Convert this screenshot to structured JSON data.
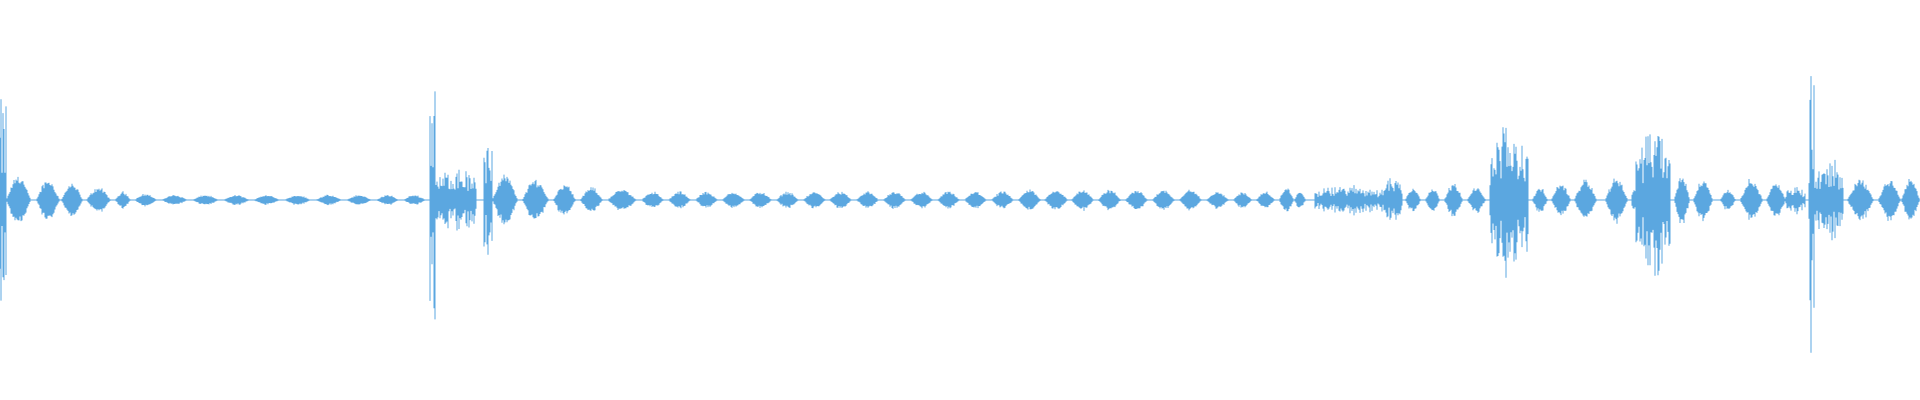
{
  "waveform": {
    "color": "#5ba7e0",
    "background": "#ffffff",
    "segments": [
      {
        "start": 0.0,
        "end": 0.003,
        "amp": 0.24,
        "kind": "spike"
      },
      {
        "start": 0.003,
        "end": 0.016,
        "amp": 0.06,
        "kind": "blob"
      },
      {
        "start": 0.019,
        "end": 0.031,
        "amp": 0.05,
        "kind": "blob"
      },
      {
        "start": 0.032,
        "end": 0.043,
        "amp": 0.04,
        "kind": "blob"
      },
      {
        "start": 0.045,
        "end": 0.058,
        "amp": 0.03,
        "kind": "blob"
      },
      {
        "start": 0.06,
        "end": 0.068,
        "amp": 0.02,
        "kind": "blob"
      },
      {
        "start": 0.07,
        "end": 0.082,
        "amp": 0.015,
        "kind": "blob"
      },
      {
        "start": 0.084,
        "end": 0.098,
        "amp": 0.012,
        "kind": "blob"
      },
      {
        "start": 0.1,
        "end": 0.114,
        "amp": 0.012,
        "kind": "blob"
      },
      {
        "start": 0.116,
        "end": 0.13,
        "amp": 0.012,
        "kind": "blob"
      },
      {
        "start": 0.132,
        "end": 0.146,
        "amp": 0.012,
        "kind": "blob"
      },
      {
        "start": 0.148,
        "end": 0.162,
        "amp": 0.012,
        "kind": "blob"
      },
      {
        "start": 0.164,
        "end": 0.178,
        "amp": 0.012,
        "kind": "blob"
      },
      {
        "start": 0.18,
        "end": 0.194,
        "amp": 0.012,
        "kind": "blob"
      },
      {
        "start": 0.196,
        "end": 0.208,
        "amp": 0.012,
        "kind": "blob"
      },
      {
        "start": 0.21,
        "end": 0.222,
        "amp": 0.012,
        "kind": "blob"
      },
      {
        "start": 0.224,
        "end": 0.227,
        "amp": 0.35,
        "kind": "spike"
      },
      {
        "start": 0.227,
        "end": 0.248,
        "amp": 0.08,
        "kind": "noisy"
      },
      {
        "start": 0.252,
        "end": 0.256,
        "amp": 0.2,
        "kind": "spike"
      },
      {
        "start": 0.256,
        "end": 0.27,
        "amp": 0.06,
        "kind": "blob"
      },
      {
        "start": 0.272,
        "end": 0.286,
        "amp": 0.05,
        "kind": "blob"
      },
      {
        "start": 0.288,
        "end": 0.3,
        "amp": 0.04,
        "kind": "blob"
      },
      {
        "start": 0.302,
        "end": 0.314,
        "amp": 0.03,
        "kind": "blob"
      },
      {
        "start": 0.316,
        "end": 0.332,
        "amp": 0.025,
        "kind": "blob"
      },
      {
        "start": 0.334,
        "end": 0.346,
        "amp": 0.02,
        "kind": "blob"
      },
      {
        "start": 0.348,
        "end": 0.36,
        "amp": 0.02,
        "kind": "blob"
      },
      {
        "start": 0.362,
        "end": 0.374,
        "amp": 0.02,
        "kind": "blob"
      },
      {
        "start": 0.376,
        "end": 0.388,
        "amp": 0.02,
        "kind": "blob"
      },
      {
        "start": 0.39,
        "end": 0.402,
        "amp": 0.02,
        "kind": "blob"
      },
      {
        "start": 0.404,
        "end": 0.416,
        "amp": 0.02,
        "kind": "blob"
      },
      {
        "start": 0.418,
        "end": 0.43,
        "amp": 0.02,
        "kind": "blob"
      },
      {
        "start": 0.432,
        "end": 0.444,
        "amp": 0.02,
        "kind": "blob"
      },
      {
        "start": 0.446,
        "end": 0.458,
        "amp": 0.02,
        "kind": "blob"
      },
      {
        "start": 0.46,
        "end": 0.472,
        "amp": 0.02,
        "kind": "blob"
      },
      {
        "start": 0.474,
        "end": 0.486,
        "amp": 0.02,
        "kind": "blob"
      },
      {
        "start": 0.488,
        "end": 0.5,
        "amp": 0.02,
        "kind": "blob"
      },
      {
        "start": 0.502,
        "end": 0.514,
        "amp": 0.02,
        "kind": "blob"
      },
      {
        "start": 0.516,
        "end": 0.528,
        "amp": 0.02,
        "kind": "blob"
      },
      {
        "start": 0.53,
        "end": 0.542,
        "amp": 0.025,
        "kind": "blob"
      },
      {
        "start": 0.544,
        "end": 0.556,
        "amp": 0.025,
        "kind": "blob"
      },
      {
        "start": 0.558,
        "end": 0.57,
        "amp": 0.025,
        "kind": "blob"
      },
      {
        "start": 0.572,
        "end": 0.584,
        "amp": 0.025,
        "kind": "blob"
      },
      {
        "start": 0.586,
        "end": 0.598,
        "amp": 0.025,
        "kind": "blob"
      },
      {
        "start": 0.6,
        "end": 0.612,
        "amp": 0.025,
        "kind": "blob"
      },
      {
        "start": 0.614,
        "end": 0.626,
        "amp": 0.025,
        "kind": "blob"
      },
      {
        "start": 0.628,
        "end": 0.64,
        "amp": 0.02,
        "kind": "blob"
      },
      {
        "start": 0.642,
        "end": 0.652,
        "amp": 0.02,
        "kind": "blob"
      },
      {
        "start": 0.654,
        "end": 0.664,
        "amp": 0.02,
        "kind": "blob"
      },
      {
        "start": 0.666,
        "end": 0.674,
        "amp": 0.03,
        "kind": "blob"
      },
      {
        "start": 0.674,
        "end": 0.68,
        "amp": 0.02,
        "kind": "blob"
      },
      {
        "start": 0.685,
        "end": 0.72,
        "amp": 0.035,
        "kind": "noisy"
      },
      {
        "start": 0.72,
        "end": 0.73,
        "amp": 0.06,
        "kind": "noisy"
      },
      {
        "start": 0.732,
        "end": 0.74,
        "amp": 0.03,
        "kind": "blob"
      },
      {
        "start": 0.742,
        "end": 0.75,
        "amp": 0.03,
        "kind": "blob"
      },
      {
        "start": 0.752,
        "end": 0.762,
        "amp": 0.04,
        "kind": "blob"
      },
      {
        "start": 0.764,
        "end": 0.774,
        "amp": 0.03,
        "kind": "blob"
      },
      {
        "start": 0.776,
        "end": 0.796,
        "amp": 0.18,
        "kind": "noisy"
      },
      {
        "start": 0.798,
        "end": 0.806,
        "amp": 0.03,
        "kind": "blob"
      },
      {
        "start": 0.808,
        "end": 0.818,
        "amp": 0.04,
        "kind": "blob"
      },
      {
        "start": 0.82,
        "end": 0.832,
        "amp": 0.05,
        "kind": "blob"
      },
      {
        "start": 0.836,
        "end": 0.848,
        "amp": 0.055,
        "kind": "blob"
      },
      {
        "start": 0.85,
        "end": 0.866,
        "amp": 0.04,
        "kind": "noisy"
      },
      {
        "start": 0.852,
        "end": 0.87,
        "amp": 0.18,
        "kind": "noisy"
      },
      {
        "start": 0.872,
        "end": 0.88,
        "amp": 0.06,
        "kind": "blob"
      },
      {
        "start": 0.882,
        "end": 0.892,
        "amp": 0.05,
        "kind": "blob"
      },
      {
        "start": 0.896,
        "end": 0.904,
        "amp": 0.025,
        "kind": "blob"
      },
      {
        "start": 0.906,
        "end": 0.918,
        "amp": 0.05,
        "kind": "blob"
      },
      {
        "start": 0.92,
        "end": 0.93,
        "amp": 0.04,
        "kind": "blob"
      },
      {
        "start": 0.93,
        "end": 0.94,
        "amp": 0.035,
        "kind": "noisy"
      },
      {
        "start": 0.942,
        "end": 0.945,
        "amp": 0.4,
        "kind": "spike"
      },
      {
        "start": 0.945,
        "end": 0.96,
        "amp": 0.1,
        "kind": "noisy"
      },
      {
        "start": 0.962,
        "end": 0.976,
        "amp": 0.05,
        "kind": "blob"
      },
      {
        "start": 0.978,
        "end": 0.99,
        "amp": 0.05,
        "kind": "blob"
      },
      {
        "start": 0.99,
        "end": 1.0,
        "amp": 0.05,
        "kind": "blob"
      }
    ]
  }
}
